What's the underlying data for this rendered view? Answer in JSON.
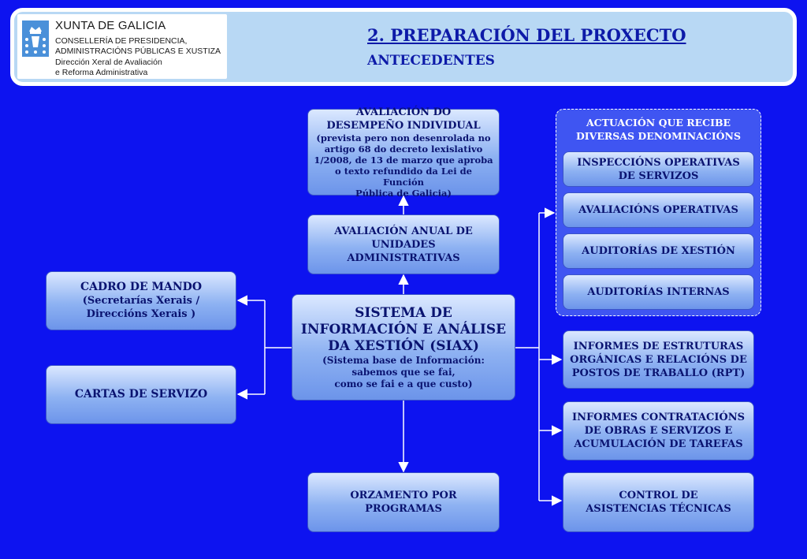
{
  "header": {
    "logo": {
      "org": "XUNTA DE GALICIA",
      "line1": "CONSELLERÍA DE PRESIDENCIA,",
      "line2": "ADMINISTRACIÓNS PÚBLICAS E XUSTIZA",
      "line3": "Dirección Xeral de Avaliación",
      "line4": "e Reforma Administrativa"
    },
    "title": "2. PREPARACIÓN DEL PROXECTO",
    "subtitle": "ANTECEDENTES"
  },
  "center": {
    "title_l1": "SISTEMA DE",
    "title_l2": "INFORMACIÓN E ANÁLISE",
    "title_l3": "DA XESTIÓN (SIAX)",
    "note_l1": "(Sistema base de Información:",
    "note_l2": "sabemos que se fai,",
    "note_l3": "como se fai e a que custo)"
  },
  "top_box": {
    "l1": "AVALIACIÓN DO",
    "l2": "DESEMPEÑO INDIVIDUAL",
    "n1": "(prevista pero non desenrolada no",
    "n2": "artigo 68 do decreto lexislativo",
    "n3": "1/2008, de 13 de marzo que aproba",
    "n4": "o texto refundido da Lei de Función",
    "n5": "Pública de Galicia)"
  },
  "annual_box": {
    "l1": "AVALIACIÓN ANUAL DE",
    "l2": "UNIDADES",
    "l3": "ADMINISTRATIVAS"
  },
  "budget_box": {
    "l1": "ORZAMENTO POR",
    "l2": "PROGRAMAS"
  },
  "left_boxes": {
    "cadro_l1": "CADRO DE MANDO",
    "cadro_n1": "(Secretarías Xerais /",
    "cadro_n2": "Direccións Xerais )",
    "cartas": "CARTAS DE SERVIZO"
  },
  "group": {
    "title_l1": "ACTUACIÓN QUE RECIBE",
    "title_l2": "DIVERSAS DENOMINACIÓNS",
    "items": [
      {
        "l1": "INSPECCIÓNS OPERATIVAS",
        "l2": "DE SERVIZOS"
      },
      {
        "l1": "AVALIACIÓNS OPERATIVAS"
      },
      {
        "l1": "AUDITORÍAS DE XESTIÓN"
      },
      {
        "l1": "AUDITORÍAS INTERNAS"
      }
    ]
  },
  "right_boxes": [
    {
      "l1": "INFORMES DE ESTRUTURAS",
      "l2": "ORGÁNICAS E RELACIÓNS DE",
      "l3": "POSTOS DE TRABALLO (RPT)"
    },
    {
      "l1": "INFORMES CONTRATACIÓNS",
      "l2": "DE OBRAS E SERVIZOS E",
      "l3": "ACUMULACIÓN DE TAREFAS"
    },
    {
      "l1": "CONTROL DE",
      "l2": "ASISTENCIAS TÉCNICAS"
    }
  ]
}
